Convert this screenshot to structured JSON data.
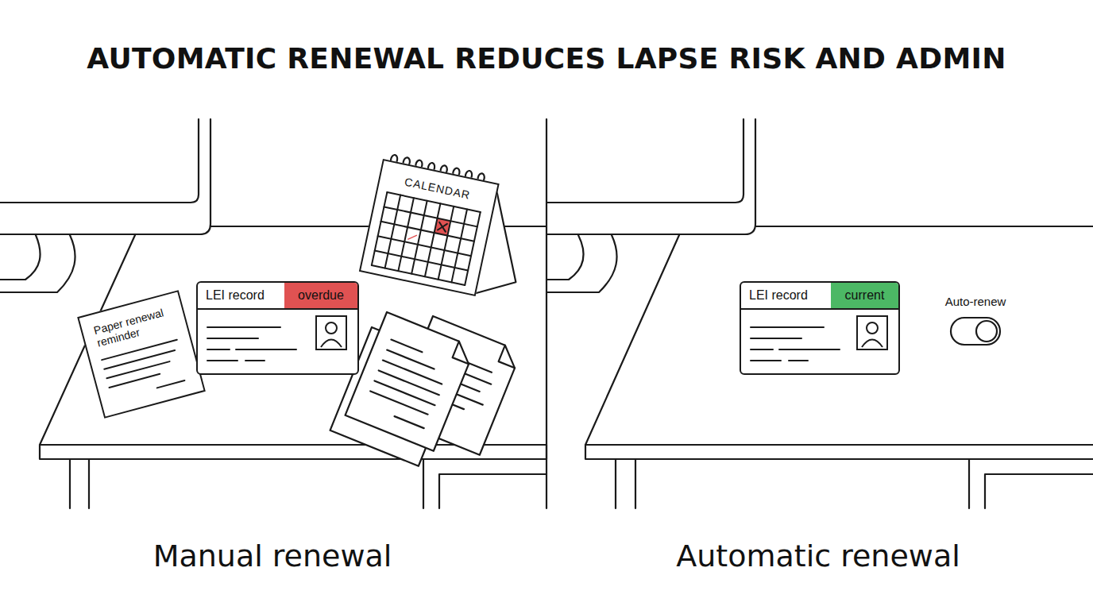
{
  "diagram": {
    "title": "AUTOMATIC RENEWAL REDUCES LAPSE RISK AND ADMIN",
    "nodes": [
      {
        "text": [
          "Paper renewal reminder"
        ]
      },
      {
        "text": [
          "LEI record",
          "overdue"
        ]
      },
      {
        "text": [
          "CALENDAR"
        ]
      },
      {
        "text": [
          "LEI record",
          "current"
        ]
      },
      {
        "text": [
          "Auto-renew"
        ]
      }
    ],
    "labels": [
      "Manual renewal",
      "Automatic renewal"
    ]
  }
}
